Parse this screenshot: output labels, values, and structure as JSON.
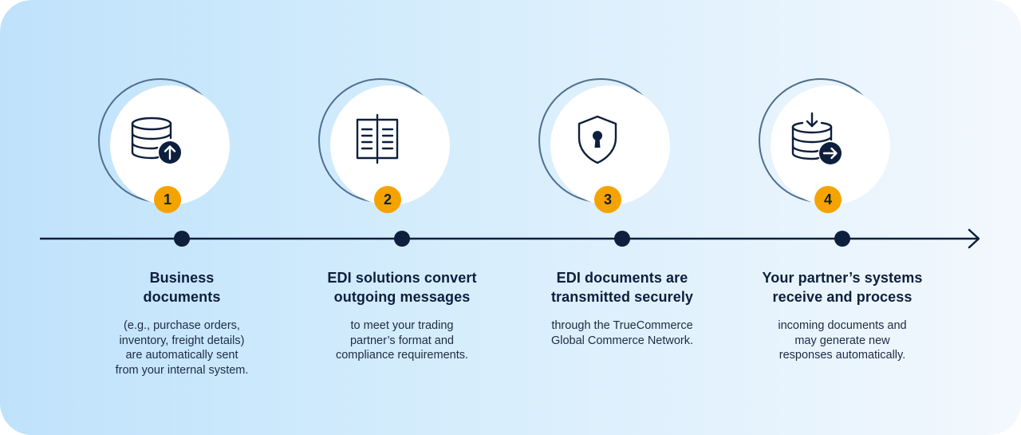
{
  "colors": {
    "accent": "#f5a300",
    "navy": "#0d1f3c",
    "ring": "#4e6f8f"
  },
  "steps": [
    {
      "number": "1",
      "icon": "database-upload-icon",
      "title_lines": [
        "Business",
        "documents"
      ],
      "desc_lines": [
        "(e.g., purchase orders,",
        "inventory, freight details)",
        "are automatically sent",
        "from your internal system."
      ]
    },
    {
      "number": "2",
      "icon": "document-convert-icon",
      "title_lines": [
        "EDI solutions convert",
        "outgoing messages"
      ],
      "desc_lines": [
        "to meet your trading",
        "partner’s format and",
        "compliance requirements."
      ]
    },
    {
      "number": "3",
      "icon": "shield-lock-icon",
      "title_lines": [
        "EDI documents are",
        "transmitted securely"
      ],
      "desc_lines": [
        "through the TrueCommerce",
        "Global Commerce Network."
      ]
    },
    {
      "number": "4",
      "icon": "database-receive-icon",
      "title_lines": [
        "Your partner’s systems",
        "receive and process"
      ],
      "desc_lines": [
        "incoming documents and",
        "may generate new",
        "responses automatically."
      ]
    }
  ]
}
